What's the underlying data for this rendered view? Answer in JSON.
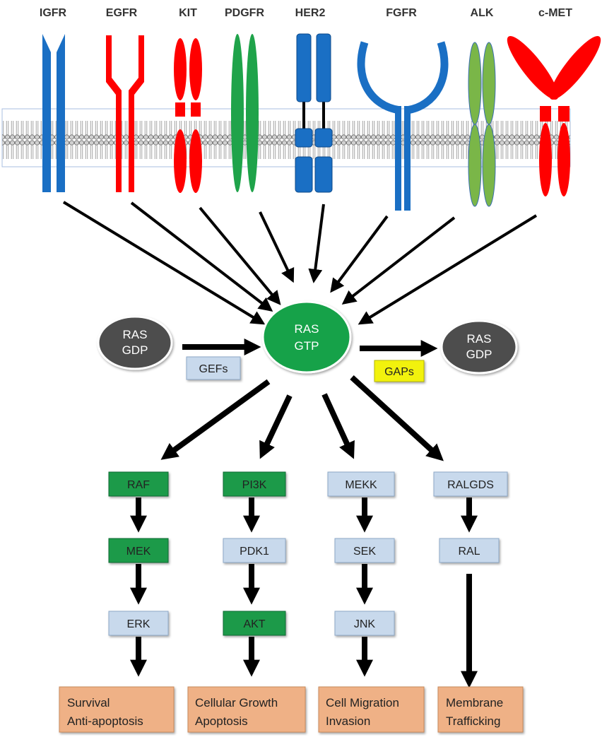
{
  "receptors": [
    "IGFR",
    "EGFR",
    "KIT",
    "PDGFR",
    "HER2",
    "FGFR",
    "ALK",
    "c-MET"
  ],
  "ras_gdp_left": {
    "line1": "RAS",
    "line2": "GDP"
  },
  "ras_gtp": {
    "line1": "RAS",
    "line2": "GTP"
  },
  "ras_gdp_right": {
    "line1": "RAS",
    "line2": "GDP"
  },
  "gefs": "GEFs",
  "gaps": "GAPs",
  "pathways": [
    {
      "nodes": [
        "RAF",
        "MEK",
        "ERK"
      ],
      "outcome": [
        "Survival",
        "Anti-apoptosis"
      ]
    },
    {
      "nodes": [
        "PI3K",
        "PDK1",
        "AKT"
      ],
      "outcome": [
        "Cellular Growth",
        "Apoptosis"
      ]
    },
    {
      "nodes": [
        "MEKK",
        "SEK",
        "JNK"
      ],
      "outcome": [
        "Cell Migration",
        "Invasion"
      ]
    },
    {
      "nodes": [
        "RALGDS",
        "RAL"
      ],
      "outcome": [
        "Membrane",
        "Trafficking"
      ]
    }
  ],
  "colors": {
    "receptor_blue": "#1a6fc4",
    "receptor_red": "#ff0000",
    "receptor_green": "#1fa34a",
    "alk_green": "#7ab648",
    "ras_gtp_fill": "#17a24a",
    "ras_gdp_fill": "#4d4d4d",
    "node_green": "#1a9a48",
    "node_blue": "#c8d9ec",
    "gaps_yellow": "#f2f20a",
    "outcome_orange": "#efb186",
    "arrow": "#000000"
  }
}
